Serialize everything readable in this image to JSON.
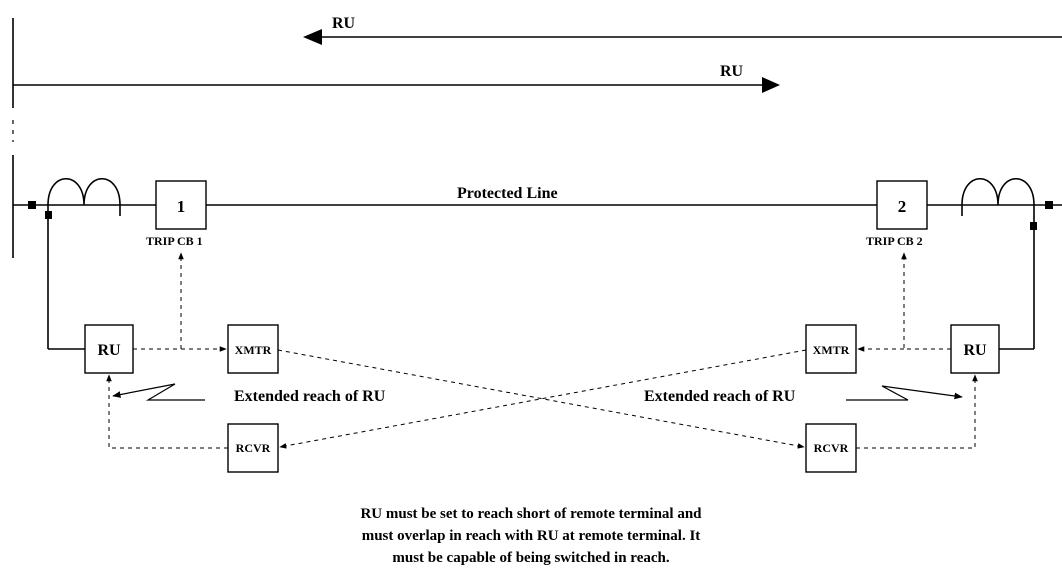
{
  "reach_arrows": {
    "top_left_label": "RU",
    "top_right_label": "RU"
  },
  "line_label": "Protected Line",
  "breaker_1": {
    "number": "1",
    "trip_label": "TRIP CB 1"
  },
  "breaker_2": {
    "number": "2",
    "trip_label": "TRIP CB 2"
  },
  "left_terminal": {
    "relay": "RU",
    "transmitter": "XMTR",
    "receiver": "RCVR",
    "reach_label": "Extended reach of RU"
  },
  "right_terminal": {
    "relay": "RU",
    "transmitter": "XMTR",
    "receiver": "RCVR",
    "reach_label": "Extended reach of RU"
  },
  "note_lines": [
    "RU must be set to reach short of remote terminal and",
    "must overlap in reach with RU at remote terminal. It",
    "must be capable of being switched in reach."
  ]
}
